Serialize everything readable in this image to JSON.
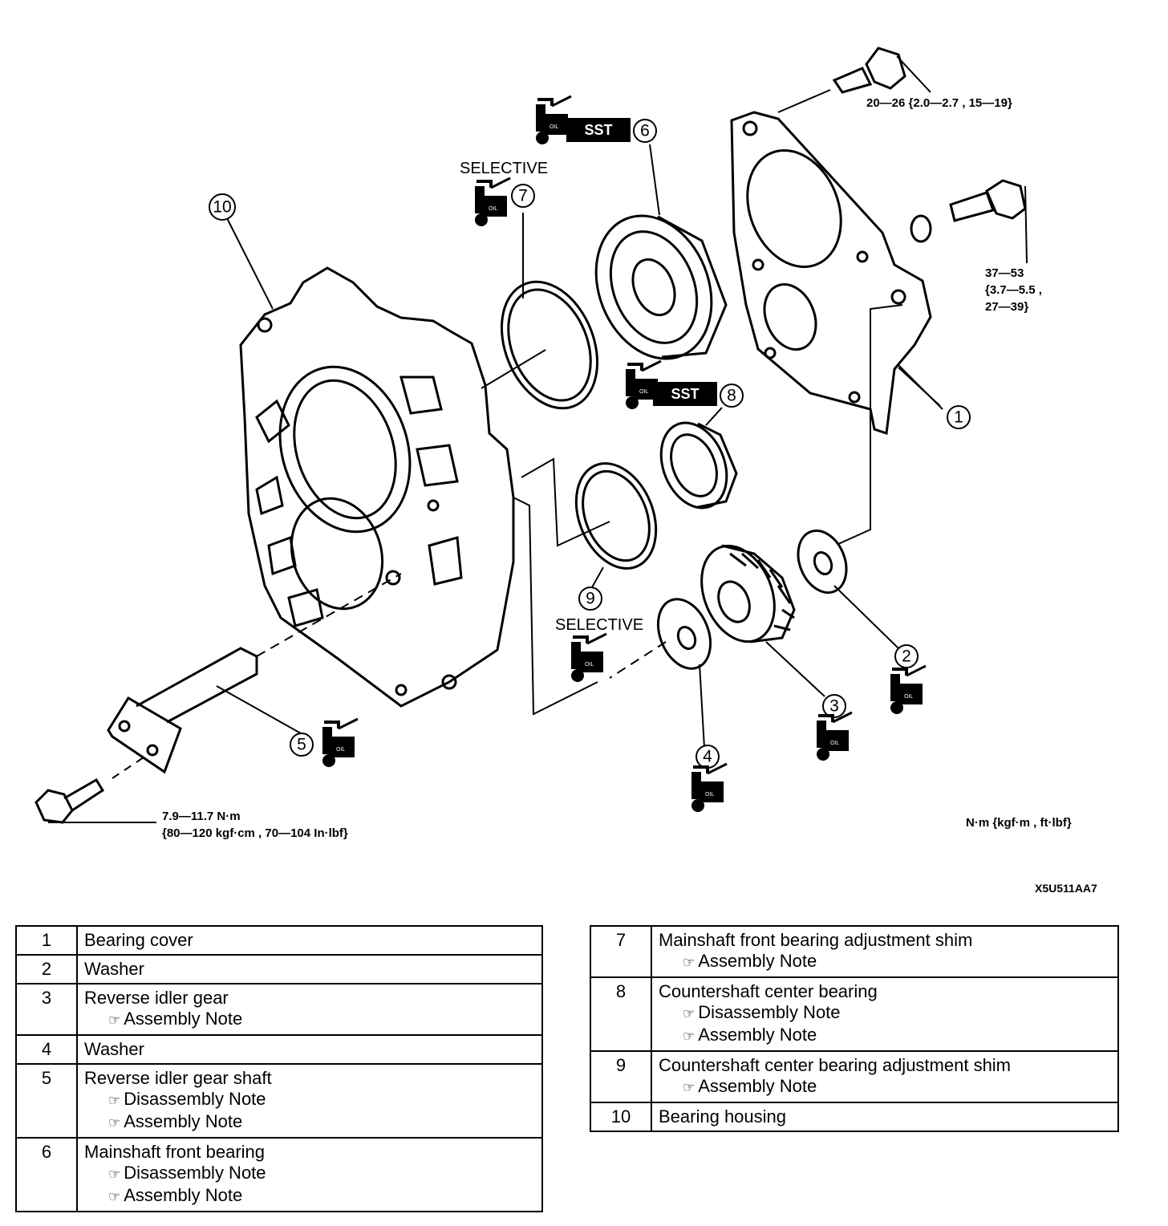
{
  "diagram": {
    "callouts": [
      "1",
      "2",
      "3",
      "4",
      "5",
      "6",
      "7",
      "8",
      "9",
      "10"
    ],
    "selective_label": "SELECTIVE",
    "sst_label": "SST",
    "oil_label": "OIL",
    "torque_top_bolt": "20—26 {2.0—2.7 , 15—19}",
    "torque_right_bolt_line1": "37—53",
    "torque_right_bolt_line2": "{3.7—5.5 ,",
    "torque_right_bolt_line3": "27—39}",
    "torque_shaft_bolt_line1": "7.9—11.7 N·m",
    "torque_shaft_bolt_line2": "{80—120 kgf·cm , 70—104 In·lbf}",
    "units_legend": "N·m {kgf·m , ft·lbf}",
    "figure_code": "X5U511AA7"
  },
  "parts_left": [
    {
      "num": "1",
      "name": "Bearing cover",
      "notes": []
    },
    {
      "num": "2",
      "name": "Washer",
      "notes": []
    },
    {
      "num": "3",
      "name": "Reverse idler gear",
      "notes": [
        "Assembly Note"
      ]
    },
    {
      "num": "4",
      "name": "Washer",
      "notes": []
    },
    {
      "num": "5",
      "name": "Reverse idler gear shaft",
      "notes": [
        "Disassembly Note",
        "Assembly Note"
      ]
    },
    {
      "num": "6",
      "name": "Mainshaft front bearing",
      "notes": [
        "Disassembly Note",
        "Assembly Note"
      ]
    }
  ],
  "parts_right": [
    {
      "num": "7",
      "name": "Mainshaft front bearing adjustment shim",
      "notes": [
        "Assembly Note"
      ]
    },
    {
      "num": "8",
      "name": "Countershaft center bearing",
      "notes": [
        "Disassembly Note",
        "Assembly Note"
      ]
    },
    {
      "num": "9",
      "name": "Countershaft center bearing adjustment shim",
      "notes": [
        "Assembly Note"
      ]
    },
    {
      "num": "10",
      "name": "Bearing housing",
      "notes": []
    }
  ],
  "note_icon": "pointing-hand-icon"
}
